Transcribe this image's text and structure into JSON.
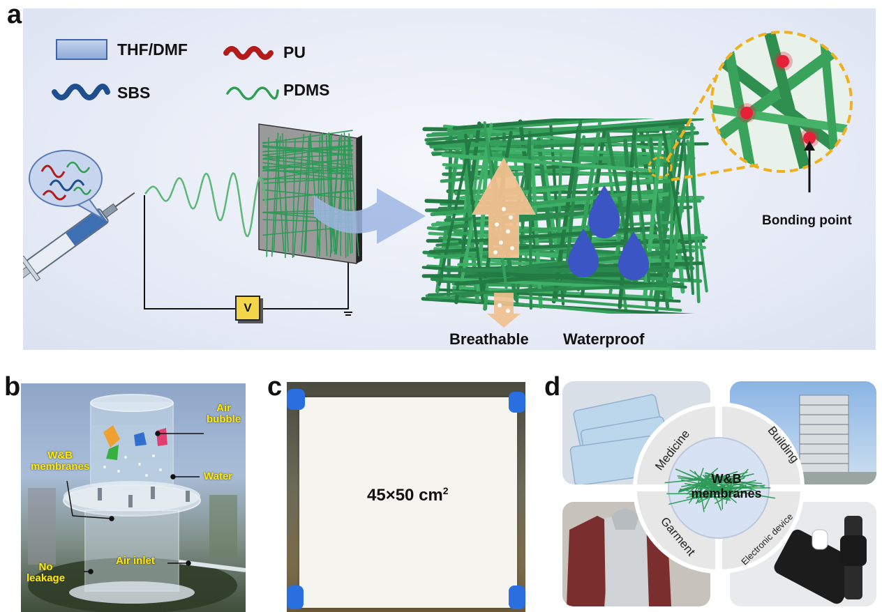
{
  "panels": {
    "a": "a",
    "b": "b",
    "c": "c",
    "d": "d"
  },
  "panel_a": {
    "legend": {
      "thf_dmf": "THF/DMF",
      "pu": "PU",
      "sbs": "SBS",
      "pdms": "PDMS"
    },
    "voltage": "V",
    "bonding_point": "Bonding point",
    "breathable": "Breathable",
    "waterproof": "Waterproof",
    "colors": {
      "pu": "#b31b1b",
      "sbs": "#1f4e8c",
      "pdms": "#2e9e50",
      "fiber": "#2f9a58",
      "arrow": "#f1c08f",
      "drop": "#3b55c4",
      "dash": "#f0b01e"
    }
  },
  "panel_b": {
    "air_bubble": "Air\nbubble",
    "water": "Water",
    "wb_membranes": "W&B\nmembranes",
    "no_leakage": "No\nleakage",
    "air_inlet": "Air inlet"
  },
  "panel_c": {
    "size_text": "45×50 cm",
    "size_sup": "2"
  },
  "panel_d": {
    "center_line1": "W&B",
    "center_line2": "membranes",
    "medicine": "Medicine",
    "building": "Building",
    "garment": "Garment",
    "electronic": "Electronic device"
  }
}
